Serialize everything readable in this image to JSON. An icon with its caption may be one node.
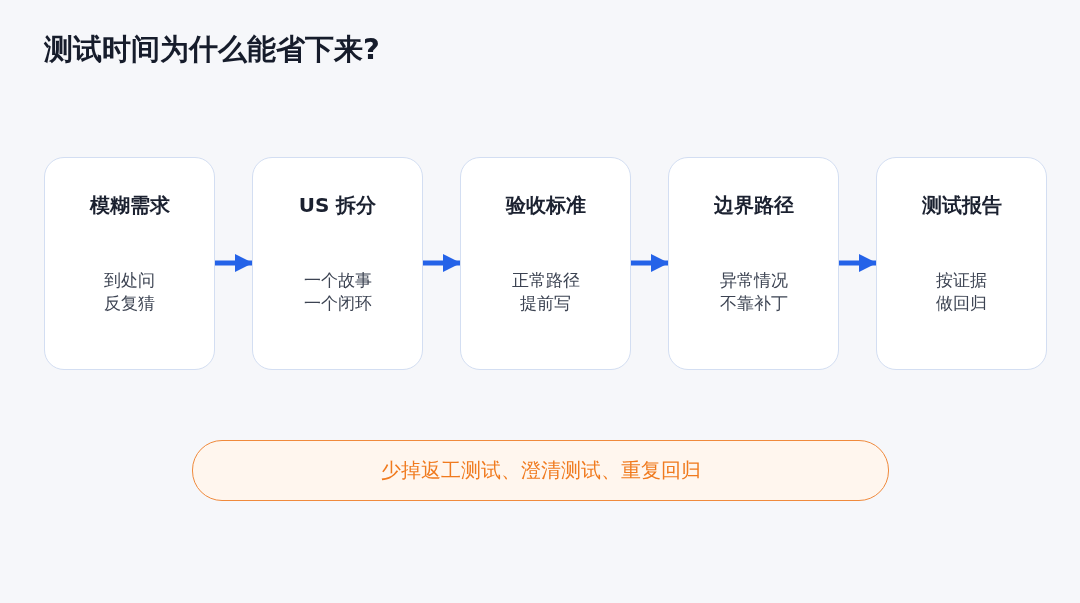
{
  "diagram": {
    "title": "测试时间为什么能省下来?",
    "nodes": [
      {
        "text": [
          "模糊需求",
          "到处问反复猜"
        ]
      },
      {
        "text": [
          "US 拆分",
          "一个故事一个闭环"
        ]
      },
      {
        "text": [
          "验收标准",
          "正常路径提前写"
        ]
      },
      {
        "text": [
          "边界路径",
          "异常情况不靠补丁"
        ]
      },
      {
        "text": [
          "测试报告",
          "按证据做回归"
        ]
      },
      {
        "text": [
          "少掉返工测试、澄清测试、重复回归"
        ]
      }
    ],
    "edges": [
      {
        "from": 0,
        "to": 1,
        "arrow": "to"
      },
      {
        "from": 1,
        "to": 2,
        "arrow": "to"
      },
      {
        "from": 2,
        "to": 3,
        "arrow": "to"
      },
      {
        "from": 3,
        "to": 4,
        "arrow": "to"
      }
    ]
  }
}
